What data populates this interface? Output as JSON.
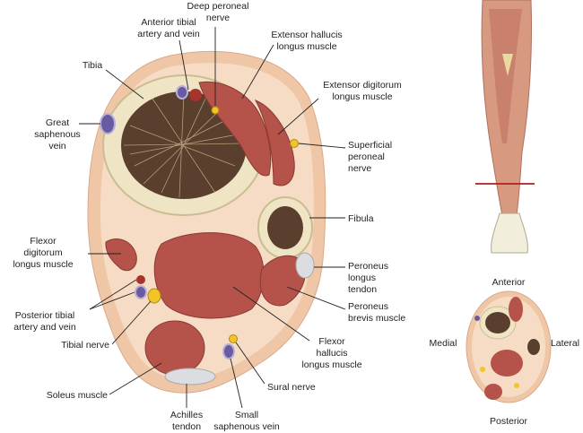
{
  "labels": {
    "deep_peroneal_nerve": [
      "Deep peroneal",
      "nerve"
    ],
    "anterior_tibial": [
      "Anterior tibial",
      "artery and vein"
    ],
    "extensor_hallucis": [
      "Extensor hallucis",
      "longus muscle"
    ],
    "tibia": [
      "Tibia"
    ],
    "extensor_digitorum": [
      "Extensor digitorum",
      "longus muscle"
    ],
    "great_saphenous": [
      "Great",
      "saphenous",
      "vein"
    ],
    "superficial_peroneal": [
      "Superficial",
      "peroneal",
      "nerve"
    ],
    "fibula": [
      "Fibula"
    ],
    "flexor_digitorum": [
      "Flexor",
      "digitorum",
      "longus muscle"
    ],
    "peroneus_longus": [
      "Peroneus",
      "longus",
      "tendon"
    ],
    "posterior_tibial": [
      "Posterior tibial",
      "artery and vein"
    ],
    "peroneus_brevis": [
      "Peroneus",
      "brevis muscle"
    ],
    "tibial_nerve": [
      "Tibial nerve"
    ],
    "flexor_hallucis": [
      "Flexor",
      "hallucis",
      "longus muscle"
    ],
    "sural_nerve": [
      "Sural nerve"
    ],
    "soleus": [
      "Soleus muscle"
    ],
    "achilles": [
      "Achilles",
      "tendon"
    ],
    "small_saphenous": [
      "Small",
      "saphenous vein"
    ]
  },
  "orientation": {
    "anterior": "Anterior",
    "medial": "Medial",
    "lateral": "Lateral",
    "posterior": "Posterior"
  },
  "colors": {
    "skin": "#f0c7a6",
    "fat": "#f7dcc5",
    "bone": "#efe5c4",
    "marrow": "#4a3326",
    "muscle": "#b5524a",
    "vein": "#6a5aa0",
    "artery": "#a8322c",
    "nerve": "#f2c42a",
    "tendon": "#dcdde0",
    "level_line": "#b01e1e"
  }
}
